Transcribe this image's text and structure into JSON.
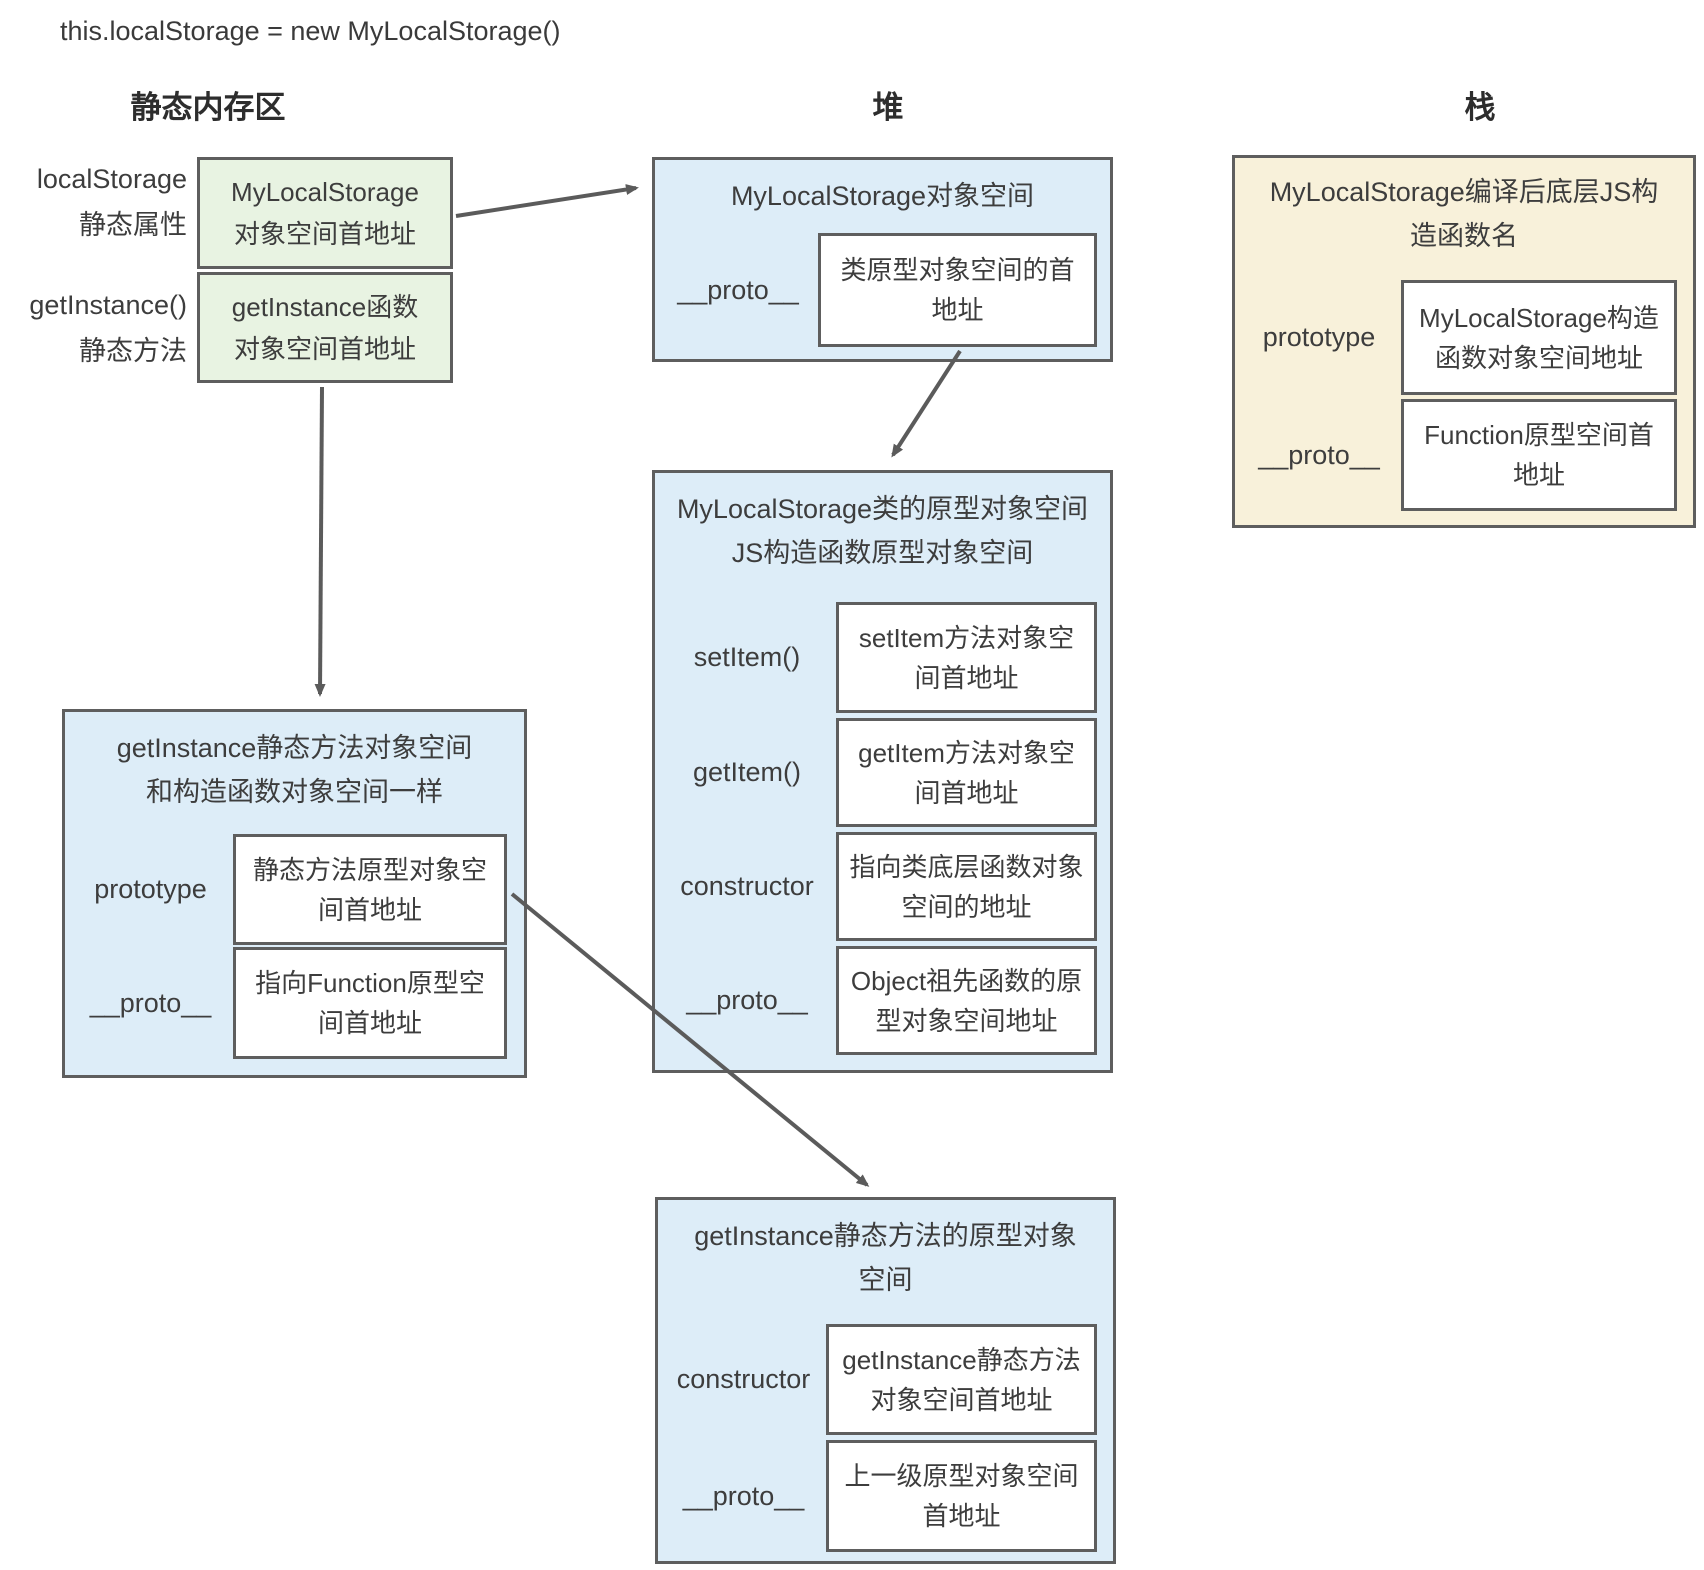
{
  "code_line": "this.localStorage = new MyLocalStorage()",
  "headers": {
    "static_area": "静态内存区",
    "heap": "堆",
    "stack": "栈"
  },
  "static_area": {
    "rows": [
      {
        "label_top": "localStorage",
        "label_bottom": "静态属性",
        "value_top": "MyLocalStorage",
        "value_bottom": "对象空间首地址"
      },
      {
        "label_top": "getInstance()",
        "label_bottom": "静态方法",
        "value_top": "getInstance函数",
        "value_bottom": "对象空间首地址"
      }
    ]
  },
  "heap_object_box": {
    "title": "MyLocalStorage对象空间",
    "rows": [
      {
        "label": "__proto__",
        "value": "类原型对象空间的首地址"
      }
    ]
  },
  "stack_box": {
    "title_line1": "MyLocalStorage编译后底层JS构",
    "title_line2": "造函数名",
    "rows": [
      {
        "label": "prototype",
        "value": "MyLocalStorage构造函数对象空间地址"
      },
      {
        "label": "__proto__",
        "value": "Function原型空间首地址"
      }
    ]
  },
  "prototype_box": {
    "title_line1": "MyLocalStorage类的原型对象空间",
    "title_line2": "JS构造函数原型对象空间",
    "rows": [
      {
        "label": "setItem()",
        "value": "setItem方法对象空间首地址"
      },
      {
        "label": "getItem()",
        "value": "getItem方法对象空间首地址"
      },
      {
        "label": "constructor",
        "value": "指向类底层函数对象空间的地址"
      },
      {
        "label": "__proto__",
        "value": "Object祖先函数的原型对象空间地址"
      }
    ]
  },
  "static_method_box": {
    "title_line1": "getInstance静态方法对象空间",
    "title_line2": "和构造函数对象空间一样",
    "rows": [
      {
        "label": "prototype",
        "value": "静态方法原型对象空间首地址"
      },
      {
        "label": "__proto__",
        "value": "指向Function原型空间首地址"
      }
    ]
  },
  "static_method_proto_box": {
    "title_line1": "getInstance静态方法的原型对象",
    "title_line2": "空间",
    "rows": [
      {
        "label": "constructor",
        "value": "getInstance静态方法对象空间首地址"
      },
      {
        "label": "__proto__",
        "value": "上一级原型对象空间首地址"
      }
    ]
  },
  "colors": {
    "static_box_fill": "#e8f3e2",
    "heap_box_fill": "#ddedf8",
    "stack_box_fill": "#f8f1da",
    "inner_box_fill": "#ffffff",
    "border": "#5e5e5e",
    "arrow": "#5b5b5b",
    "text": "#3d3d3d"
  }
}
